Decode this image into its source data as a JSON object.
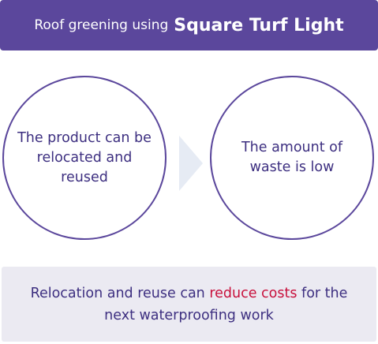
{
  "title": {
    "prefix": "Roof greening using",
    "highlight": "Square Turf Light"
  },
  "circles": {
    "left": "The product can be relocated and reused",
    "right": "The amount of waste is low"
  },
  "arrow_icon": "chevron-right-icon",
  "bottom": {
    "text_before": "Relocation and reuse can ",
    "text_highlight": "reduce costs",
    "text_after": " for the next waterproofing work"
  },
  "colors": {
    "title_background": "#5b479c",
    "circle_border": "#5b479c",
    "text": "#3d2f80",
    "highlight": "#c8103c",
    "arrow": "#e6ebf4",
    "bottom_background": "#ebeaf2"
  }
}
